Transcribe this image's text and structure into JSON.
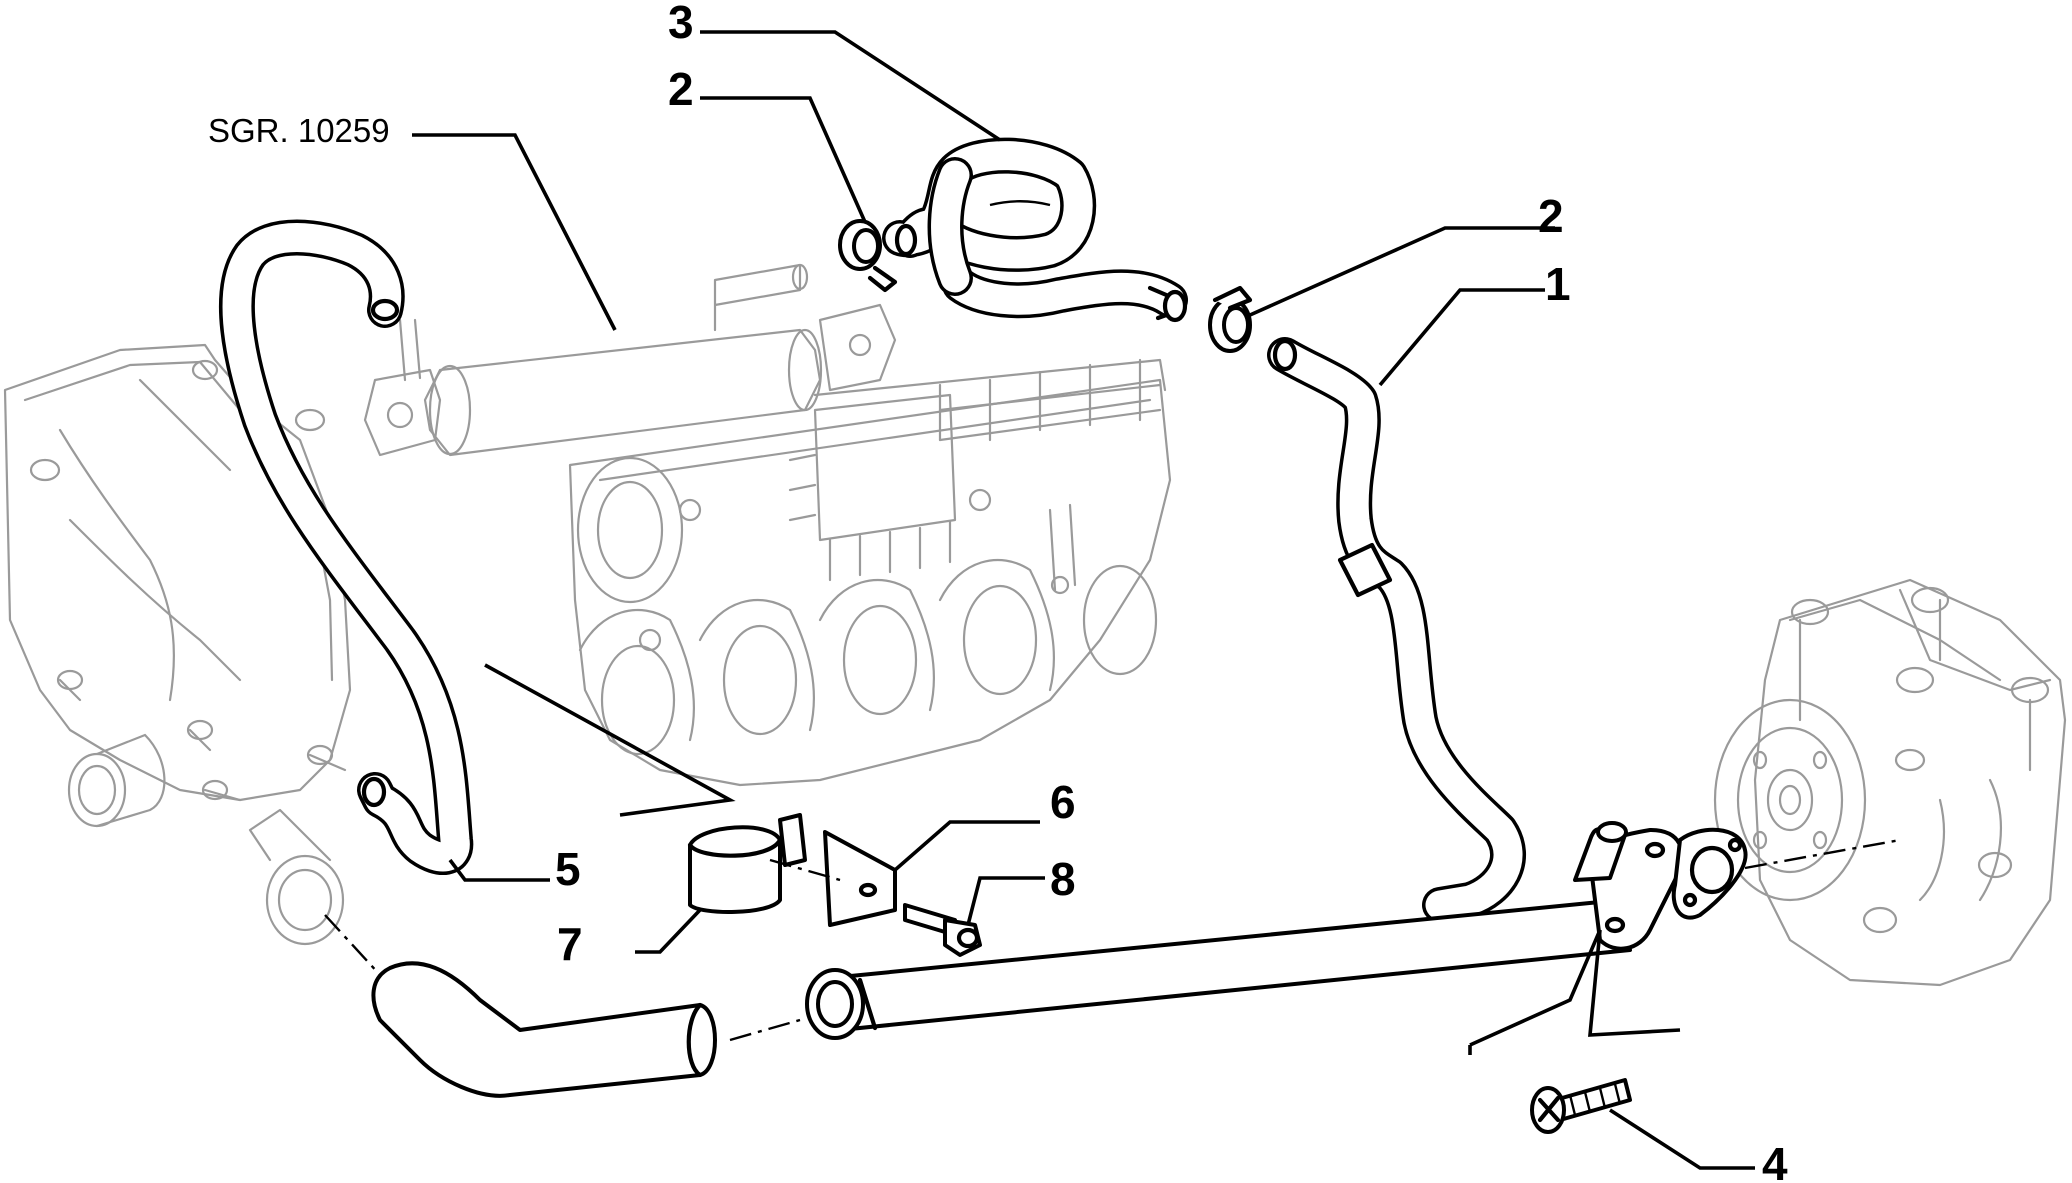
{
  "diagram": {
    "reference_label": "SGR. 10259",
    "callouts": [
      {
        "id": "c1",
        "text": "1"
      },
      {
        "id": "c2a",
        "text": "2"
      },
      {
        "id": "c2b",
        "text": "2"
      },
      {
        "id": "c3",
        "text": "3"
      },
      {
        "id": "c4",
        "text": "4"
      },
      {
        "id": "c5",
        "text": "5"
      },
      {
        "id": "c6",
        "text": "6"
      },
      {
        "id": "c7",
        "text": "7"
      },
      {
        "id": "c8",
        "text": "8"
      }
    ]
  },
  "colors": {
    "line": "#000000",
    "ghost": "#9a9a9a",
    "background": "#ffffff"
  }
}
